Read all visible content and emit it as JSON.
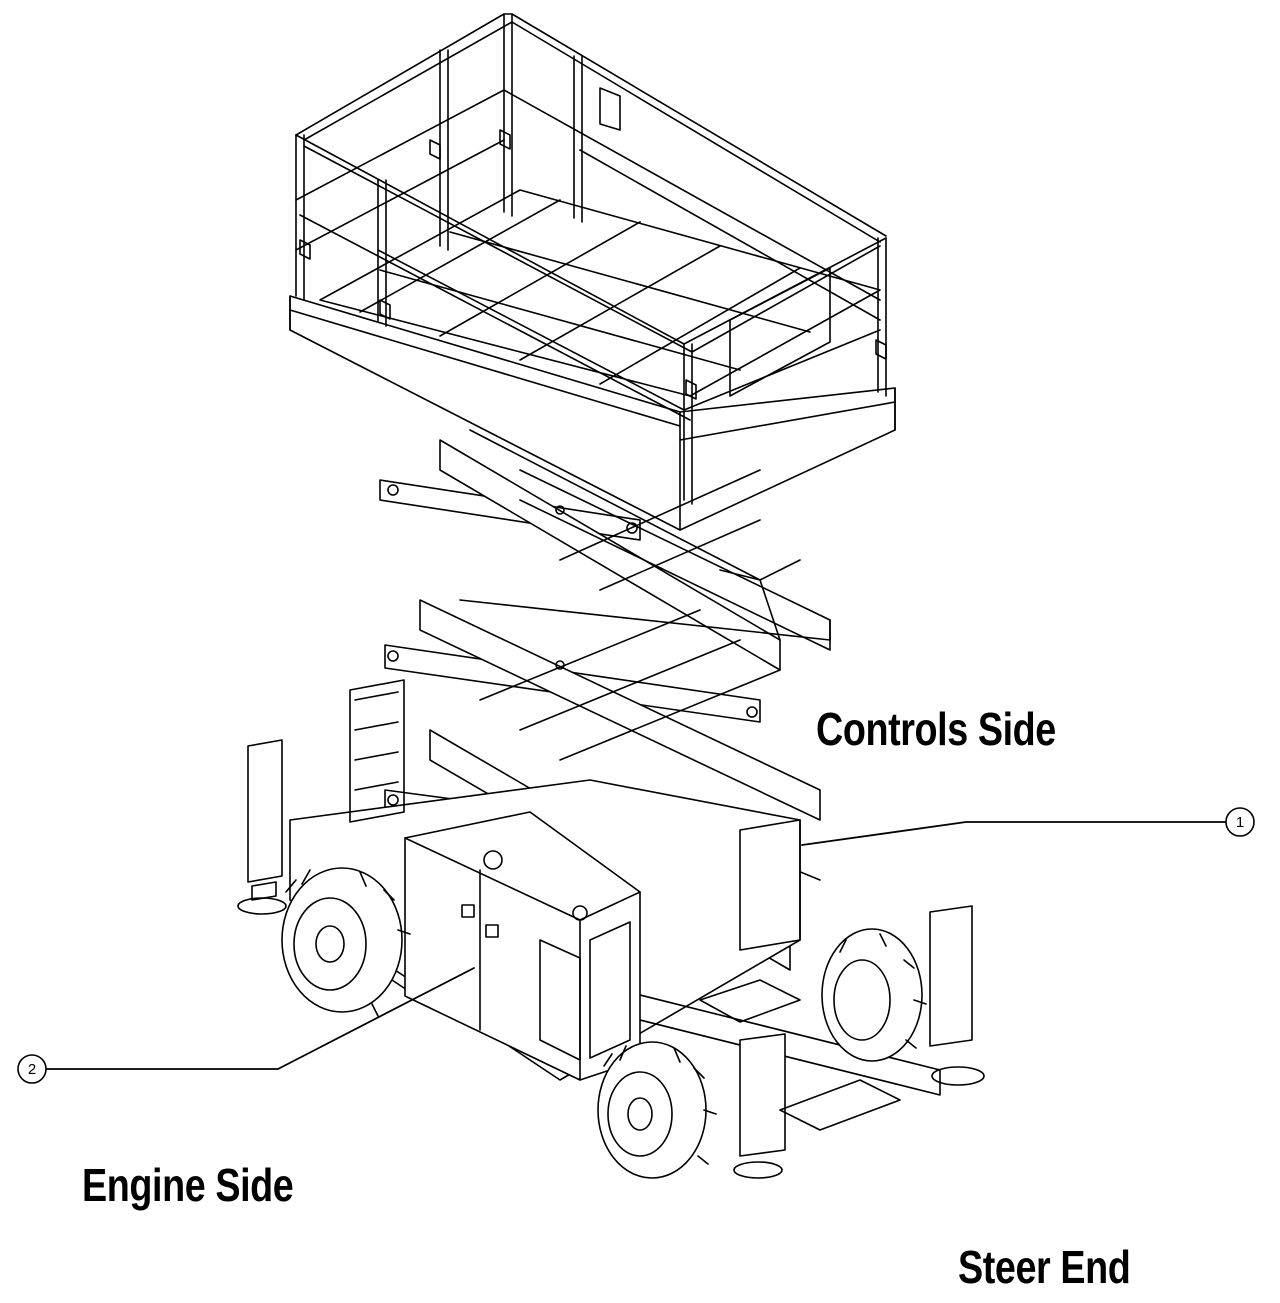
{
  "labels": {
    "controls_side": "Controls Side",
    "engine_side": "Engine Side",
    "steer_end": "Steer End"
  },
  "callouts": [
    {
      "number": "1"
    },
    {
      "number": "2"
    }
  ],
  "colors": {
    "ink": "#000000",
    "paper": "#ffffff"
  }
}
